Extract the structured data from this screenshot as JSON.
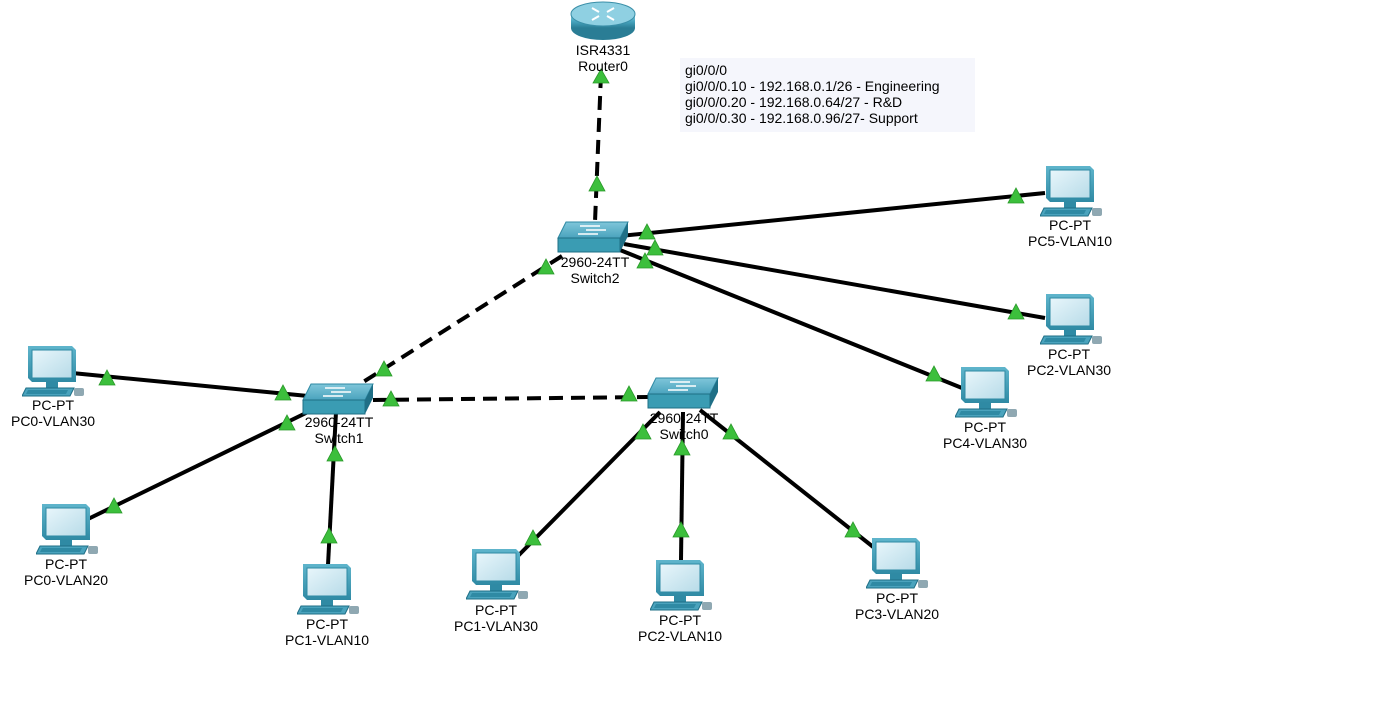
{
  "router": {
    "model": "ISR4331",
    "name": "Router0"
  },
  "switches": {
    "switch2": {
      "model": "2960-24TT",
      "name": "Switch2"
    },
    "switch1": {
      "model": "2960-24TT",
      "name": "Switch1"
    },
    "switch0": {
      "model": "2960-24TT",
      "name": "Switch0"
    }
  },
  "pcs": {
    "pc5": {
      "type": "PC-PT",
      "name": "PC5-VLAN10"
    },
    "pc2_30": {
      "type": "PC-PT",
      "name": "PC2-VLAN30"
    },
    "pc4": {
      "type": "PC-PT",
      "name": "PC4-VLAN30"
    },
    "pc0_30": {
      "type": "PC-PT",
      "name": "PC0-VLAN30"
    },
    "pc0_20": {
      "type": "PC-PT",
      "name": "PC0-VLAN20"
    },
    "pc1_10": {
      "type": "PC-PT",
      "name": "PC1-VLAN10"
    },
    "pc1_30": {
      "type": "PC-PT",
      "name": "PC1-VLAN30"
    },
    "pc2_10": {
      "type": "PC-PT",
      "name": "PC2-VLAN10"
    },
    "pc3_20": {
      "type": "PC-PT",
      "name": "PC3-VLAN20"
    }
  },
  "note": {
    "lines": [
      "gi0/0/0",
      "gi0/0/0.10 - 192.168.0.1/26 - Engineering",
      "gi0/0/0.20 - 192.168.0.64/27 - R&D",
      "gi0/0/0.30 - 192.168.0.96/27- Support"
    ]
  },
  "colors": {
    "link": "#000000",
    "link_up_triangle": "#3cbf3c",
    "device_teal": "#3a9cb3",
    "device_teal_dark": "#1f6f86",
    "note_bg": "#f5f6fc"
  }
}
